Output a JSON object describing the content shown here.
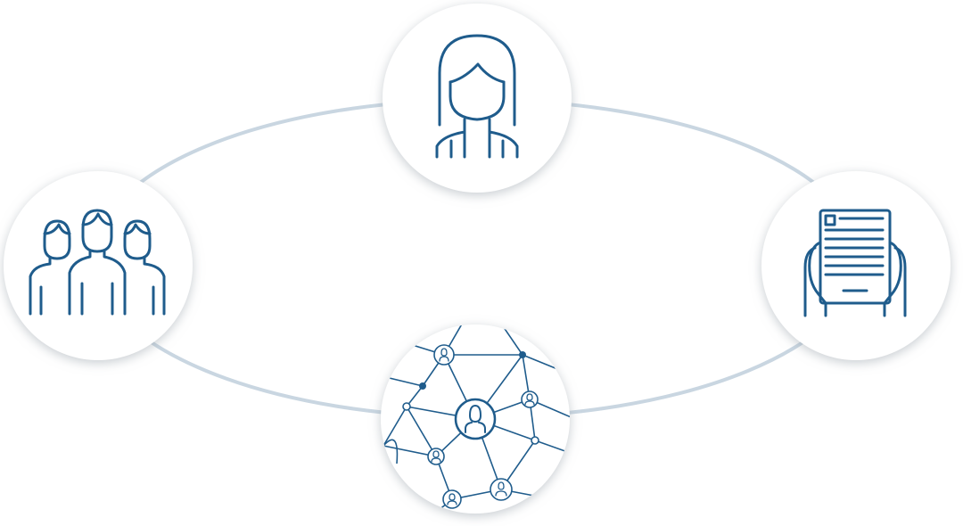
{
  "diagram": {
    "type": "cycle",
    "colors": {
      "icon": "#1f5c8c",
      "ring": "#c9d6e1",
      "circle_fill": "#ffffff",
      "shadow": "#c0c6cc"
    },
    "nodes": [
      {
        "id": "top",
        "icon": "woman-icon"
      },
      {
        "id": "right",
        "icon": "tablet-document-icon"
      },
      {
        "id": "bottom",
        "icon": "network-icon"
      },
      {
        "id": "left",
        "icon": "group-icon"
      }
    ]
  }
}
